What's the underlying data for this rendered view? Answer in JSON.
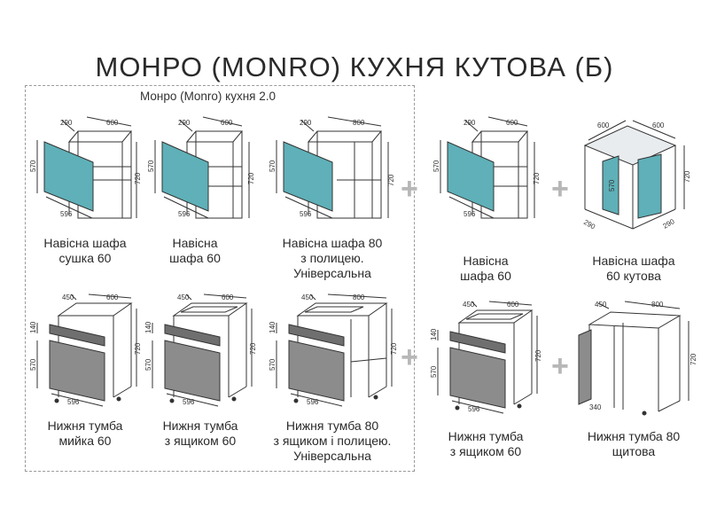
{
  "header": {
    "title": "МОНРО (MONRO) КУХНЯ КУТОВА (Б)",
    "group_label": "Монро (Monro) кухня 2.0"
  },
  "colors": {
    "glass": "#5fb0b8",
    "gray_door": "#8c8c8c",
    "line": "#333333",
    "plus": "#b7b7b7"
  },
  "plus_sign": "+",
  "cabinets": [
    {
      "id": "w-sushka",
      "name_lines": [
        "Навісна шафа",
        "сушка 60"
      ],
      "dims": {
        "depth": "290",
        "width": "600",
        "height": "720",
        "door_h": "570",
        "door_w": "596"
      }
    },
    {
      "id": "w-60",
      "name_lines": [
        "Навісна",
        "шафа 60"
      ],
      "dims": {
        "depth": "290",
        "width": "600",
        "height": "720",
        "door_h": "570",
        "door_w": "596"
      }
    },
    {
      "id": "w-80",
      "name_lines": [
        "Навісна шафа 80",
        "з полицею.",
        "Універсальна"
      ],
      "dims": {
        "depth": "290",
        "width": "800",
        "height": "720",
        "door_h": "570",
        "door_w": "596"
      }
    },
    {
      "id": "w-60-b",
      "name_lines": [
        "Навісна",
        "шафа 60"
      ],
      "dims": {
        "depth": "290",
        "width": "600",
        "height": "720",
        "door_h": "570",
        "door_w": "596"
      }
    },
    {
      "id": "w-corner",
      "name_lines": [
        "Навісна шафа",
        "60 кутова"
      ],
      "dims": {
        "depth_a": "600",
        "depth_b": "600",
        "height": "720",
        "door_h": "570",
        "side_a": "290",
        "side_b": "290"
      }
    },
    {
      "id": "b-myika",
      "name_lines": [
        "Нижня тумба",
        "мийка 60"
      ],
      "dims": {
        "depth": "450",
        "width": "600",
        "height": "720",
        "drawer_h": "140",
        "door_h": "570",
        "door_w": "596"
      }
    },
    {
      "id": "b-drawer",
      "name_lines": [
        "Нижня тумба",
        "з ящиком 60"
      ],
      "dims": {
        "depth": "450",
        "width": "600",
        "height": "720",
        "drawer_h": "140",
        "door_h": "570",
        "door_w": "596"
      }
    },
    {
      "id": "b-80",
      "name_lines": [
        "Нижня тумба 80",
        "з ящиком і полицею.",
        "Універсальна"
      ],
      "dims": {
        "depth": "450",
        "width": "800",
        "height": "720",
        "drawer_h": "140",
        "door_h": "570",
        "door_w": "596"
      }
    },
    {
      "id": "b-drawer-b",
      "name_lines": [
        "Нижня тумба",
        "з ящиком 60"
      ],
      "dims": {
        "depth": "450",
        "width": "600",
        "height": "720",
        "drawer_h": "140",
        "door_h": "570",
        "door_w": "596"
      }
    },
    {
      "id": "b-shield",
      "name_lines": [
        "Нижня тумба 80",
        "щитова"
      ],
      "dims": {
        "depth": "450",
        "width": "800",
        "height": "720",
        "door_w": "340"
      }
    }
  ]
}
